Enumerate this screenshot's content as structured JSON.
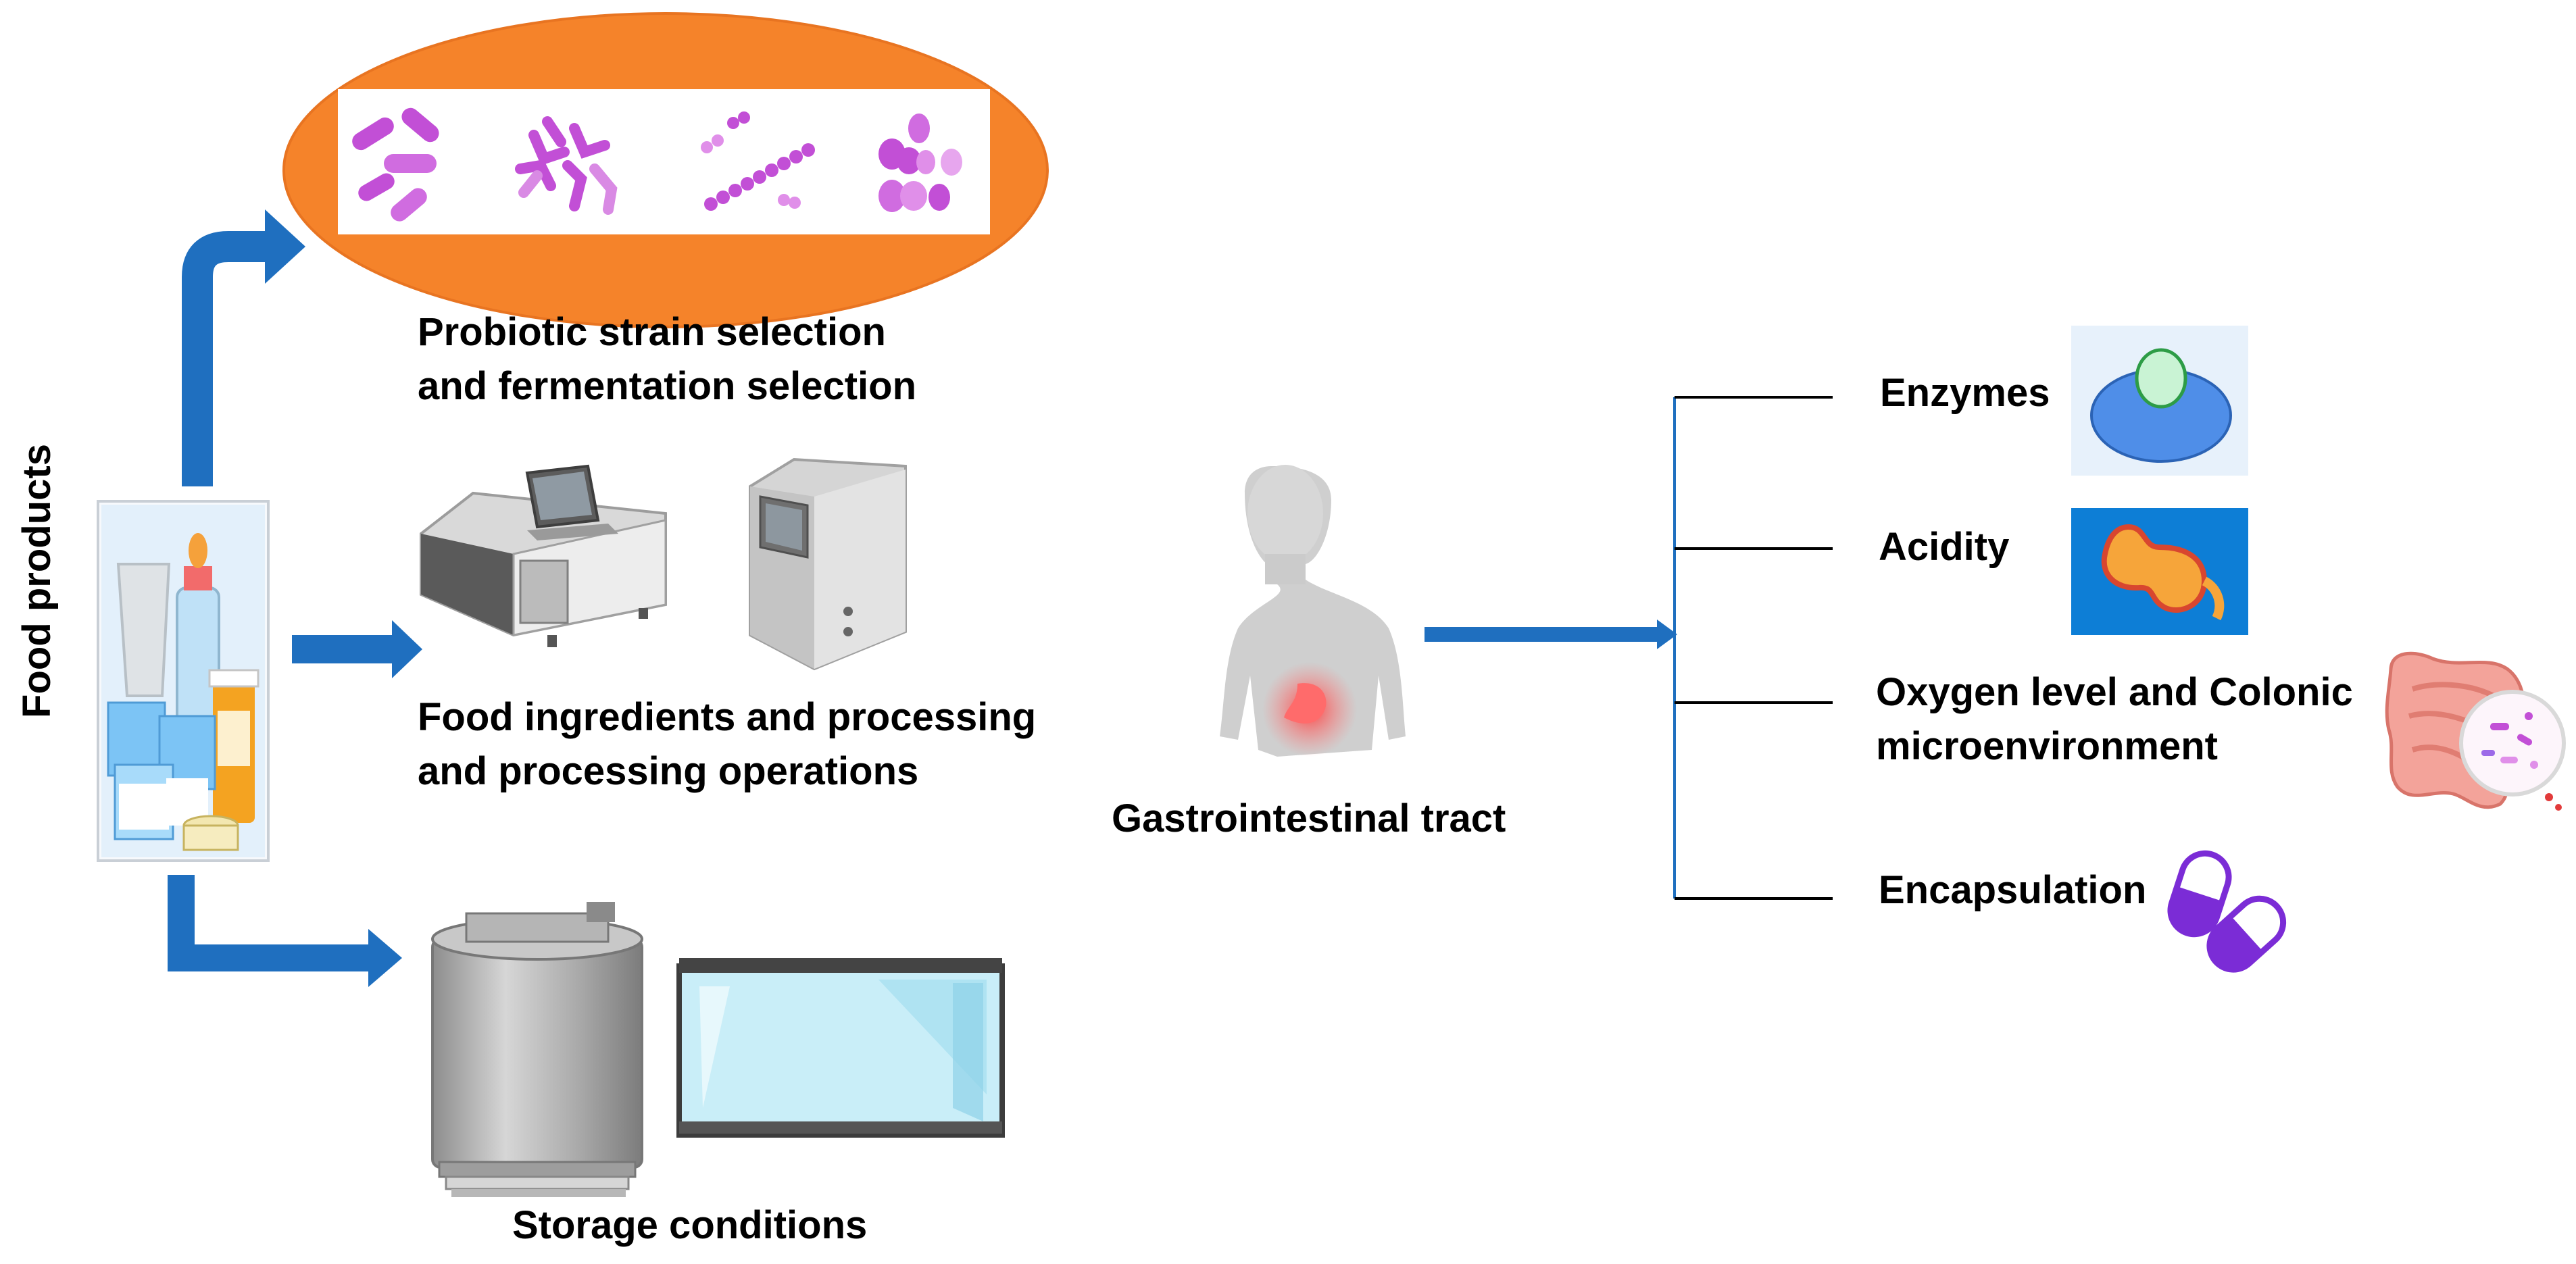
{
  "side_label": "Food products",
  "factors": {
    "strain": {
      "line1": "Probiotic strain selection",
      "line2": "and  fermentation selection"
    },
    "processing": {
      "line1": "Food ingredients and processing",
      "line2": "and processing operations"
    },
    "storage": {
      "line1": "Storage conditions"
    }
  },
  "gut": {
    "label": "Gastrointestinal tract"
  },
  "challenges": {
    "enzymes": "Enzymes",
    "acidity": "Acidity",
    "oxygen": {
      "line1": "Oxygen level and Colonic",
      "line2": "microenvironment"
    },
    "encapsulation": "Encapsulation"
  },
  "colors": {
    "arrow_blue": "#1f6fbf",
    "ellipse_orange": "#f5832a",
    "microbe_purple": "#c24fd6",
    "enzyme_blue": "#4c8ee8",
    "acidity_bg": "#0d7ed6",
    "capsule_purple": "#7b2cd6"
  },
  "icons": [
    "bacteria-strains-icon",
    "yogurt-bottle-products-icon",
    "processing-machine-icon",
    "freezer-tank-icon",
    "glass-tank-icon",
    "human-body-icon",
    "enzyme-icon",
    "stomach-icon",
    "intestine-microbiome-icon",
    "capsule-icon"
  ]
}
